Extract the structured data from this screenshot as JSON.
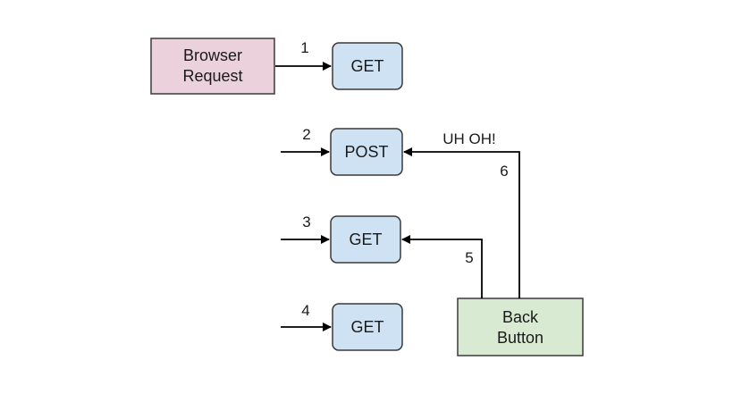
{
  "colors": {
    "browser_fill": "#ead1dc",
    "request_fill": "#cfe2f3",
    "back_fill": "#d9ead3",
    "stroke": "#3a3a3a",
    "arrow": "#000000"
  },
  "nodes": {
    "browser_request": {
      "line1": "Browser",
      "line2": "Request"
    },
    "get_1": {
      "label": "GET"
    },
    "post_2": {
      "label": "POST"
    },
    "get_3": {
      "label": "GET"
    },
    "get_4": {
      "label": "GET"
    },
    "back_button": {
      "line1": "Back",
      "line2": "Button"
    }
  },
  "edges": {
    "e1": "1",
    "e2": "2",
    "e3": "3",
    "e4": "4",
    "e5": "5",
    "e6": "6"
  },
  "annotation": "UH OH!"
}
